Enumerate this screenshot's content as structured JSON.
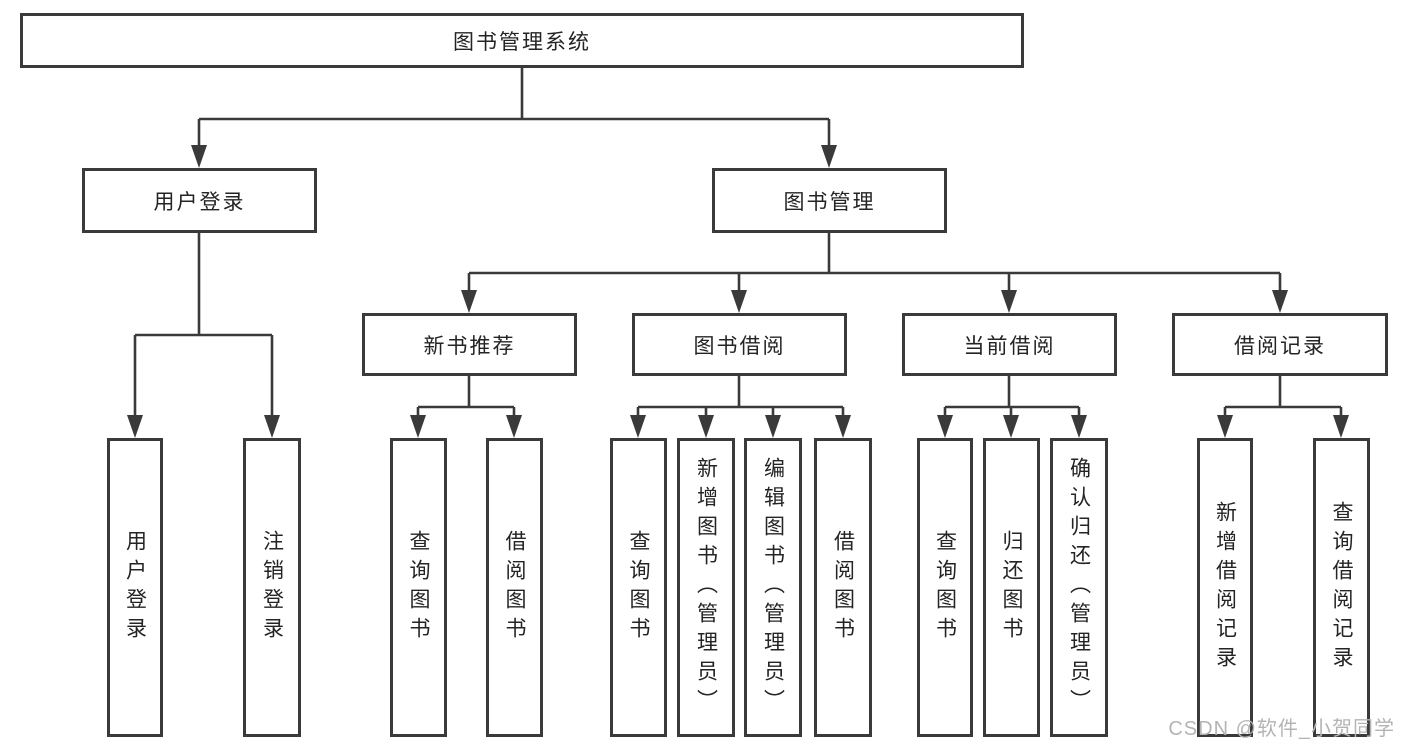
{
  "tree": {
    "root": {
      "label": "图书管理系统",
      "children": [
        {
          "label": "用户登录",
          "children": [
            {
              "label": "用户登录"
            },
            {
              "label": "注销登录"
            }
          ]
        },
        {
          "label": "图书管理",
          "children": [
            {
              "label": "新书推荐",
              "children": [
                {
                  "label": "查询图书"
                },
                {
                  "label": "借阅图书"
                }
              ]
            },
            {
              "label": "图书借阅",
              "children": [
                {
                  "label": "查询图书"
                },
                {
                  "label": "新增图书（管理员）"
                },
                {
                  "label": "编辑图书（管理员）"
                },
                {
                  "label": "借阅图书"
                }
              ]
            },
            {
              "label": "当前借阅",
              "children": [
                {
                  "label": "查询图书"
                },
                {
                  "label": "归还图书"
                },
                {
                  "label": "确认归还（管理员）"
                }
              ]
            },
            {
              "label": "借阅记录",
              "children": [
                {
                  "label": "新增借阅记录"
                },
                {
                  "label": "查询借阅记录"
                }
              ]
            }
          ]
        }
      ]
    }
  },
  "watermark": {
    "text": "CSDN @软件_小贺同学"
  },
  "colors": {
    "line": "#3a3a3a",
    "text": "#242424",
    "watermark": "#b4b4b4",
    "background": "#ffffff"
  }
}
